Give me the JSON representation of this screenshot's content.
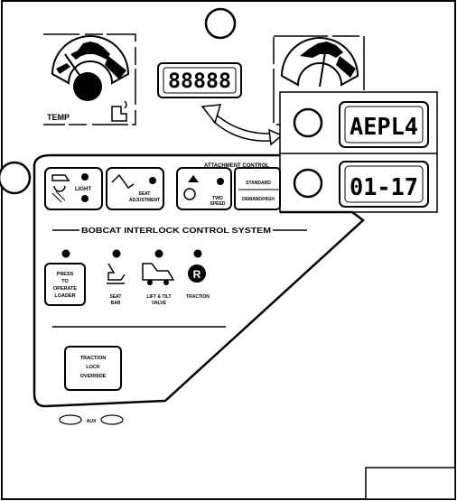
{
  "callouts": {
    "top": "",
    "left": "",
    "upper_right": "",
    "lower_right": ""
  },
  "gauges": {
    "temp_label": "TEMP"
  },
  "displays": {
    "main_readout": "88888",
    "code_readout": "AEPL4",
    "number_readout": "01-17"
  },
  "panel": {
    "indicator_buttons": [
      {
        "label_1": "LIGHT",
        "label_2": ""
      },
      {
        "label_1": "SEAT",
        "label_2": "ADJUSTMENT"
      },
      {
        "label_1": "TWO",
        "label_2": "SPEED"
      },
      {
        "label_1": "STANDARD",
        "label_2": "DEMAND/HIGH"
      }
    ],
    "attachment_title": "ATTACHMENT CONTROL",
    "interlock_title": "BOBCAT INTERLOCK CONTROL SYSTEM",
    "press_button": [
      "PRESS",
      "TO",
      "OPERATE",
      "LOADER"
    ],
    "indicators": [
      {
        "label_1": "SEAT",
        "label_2": "BAR"
      },
      {
        "label_1": "LIFT & TILT",
        "label_2": "VALVE"
      },
      {
        "label_1": "TRACTION",
        "label_2": ""
      }
    ],
    "traction_button": [
      "TRACTION",
      "LOCK",
      "OVERRIDE"
    ],
    "aux_label": "AUX",
    "bottom_box": ""
  },
  "colors": {
    "ink": "#000000",
    "background": "#ffffff"
  }
}
